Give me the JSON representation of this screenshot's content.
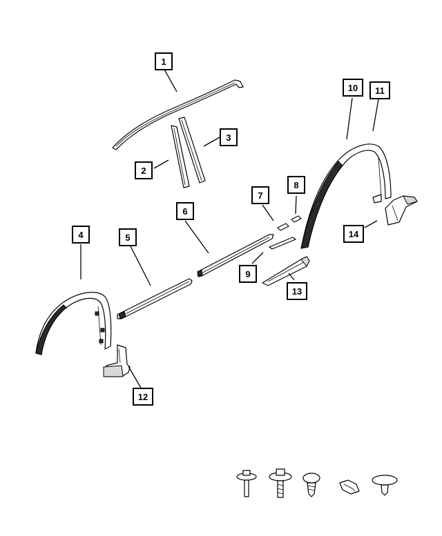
{
  "callouts": [
    {
      "id": "1",
      "label": "1"
    },
    {
      "id": "2",
      "label": "2"
    },
    {
      "id": "3",
      "label": "3"
    },
    {
      "id": "4",
      "label": "4"
    },
    {
      "id": "5",
      "label": "5"
    },
    {
      "id": "6",
      "label": "6"
    },
    {
      "id": "7",
      "label": "7"
    },
    {
      "id": "8",
      "label": "8"
    },
    {
      "id": "9",
      "label": "9"
    },
    {
      "id": "10",
      "label": "10"
    },
    {
      "id": "11",
      "label": "11"
    },
    {
      "id": "12",
      "label": "12"
    },
    {
      "id": "13",
      "label": "13"
    },
    {
      "id": "14",
      "label": "14"
    }
  ],
  "colors": {
    "line": "#000000",
    "background": "#ffffff",
    "part_dark": "#2a2a2a"
  }
}
